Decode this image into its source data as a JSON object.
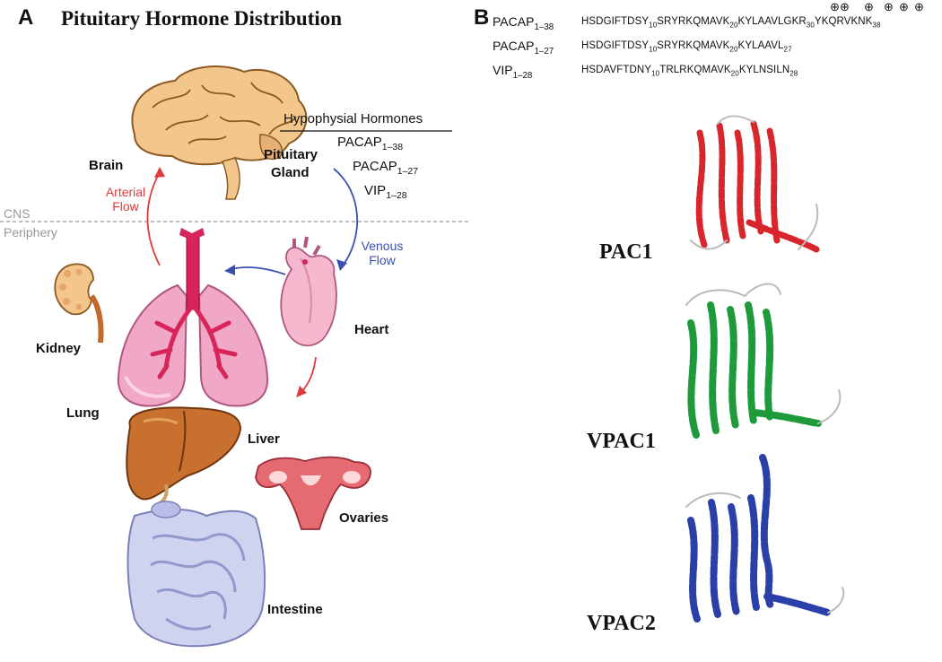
{
  "panel_a": {
    "letter": "A",
    "title": "Pituitary Hormone Distribution",
    "hormone_header": "Hypophysial Hormones",
    "hormones": [
      {
        "name": "PACAP",
        "sub": "1–38"
      },
      {
        "name": "PACAP",
        "sub": "1–27"
      },
      {
        "name": "VIP",
        "sub": "1–28"
      }
    ],
    "organs": {
      "brain": "Brain",
      "pituitary_line1": "Pituitary",
      "pituitary_line2": "Gland",
      "kidney": "Kidney",
      "heart": "Heart",
      "lung": "Lung",
      "liver": "Liver",
      "ovaries": "Ovaries",
      "intestine": "Intestine"
    },
    "arterial_line1": "Arterial",
    "arterial_line2": "Flow",
    "venous_line1": "Venous",
    "venous_line2": "Flow",
    "cns": "CNS",
    "periphery": "Periphery",
    "colors": {
      "arterial": "#e03a3a",
      "venous": "#3a4fb0",
      "divider": "#999999"
    }
  },
  "panel_b": {
    "letter": "B",
    "charge_marks": [
      "⊕⊕",
      "⊕",
      "⊕",
      "⊕",
      "⊕"
    ],
    "sequences": [
      {
        "name": "PACAP",
        "sub": "1–38",
        "parts": [
          "HSDGIFTDSY",
          "10",
          "SRYRKQMAVK",
          "20",
          "KYLAAVLGKR",
          "30",
          "YKQRVKNK",
          "38"
        ]
      },
      {
        "name": "PACAP",
        "sub": "1–27",
        "parts": [
          "HSDGIFTDSY",
          "10",
          "SRYRKQMAVK",
          "20",
          "KYLAAVL",
          "27"
        ]
      },
      {
        "name": "VIP",
        "sub": "1–28",
        "parts": [
          "HSDAVFTDNY",
          "10",
          "TRLRKQMAVK",
          "20",
          "KYLNSILN",
          "28"
        ]
      }
    ],
    "receptors": [
      {
        "name": "PAC1",
        "color": "#d8262c"
      },
      {
        "name": "VPAC1",
        "color": "#1e9a3a"
      },
      {
        "name": "VPAC2",
        "color": "#2b3fa8"
      }
    ]
  }
}
